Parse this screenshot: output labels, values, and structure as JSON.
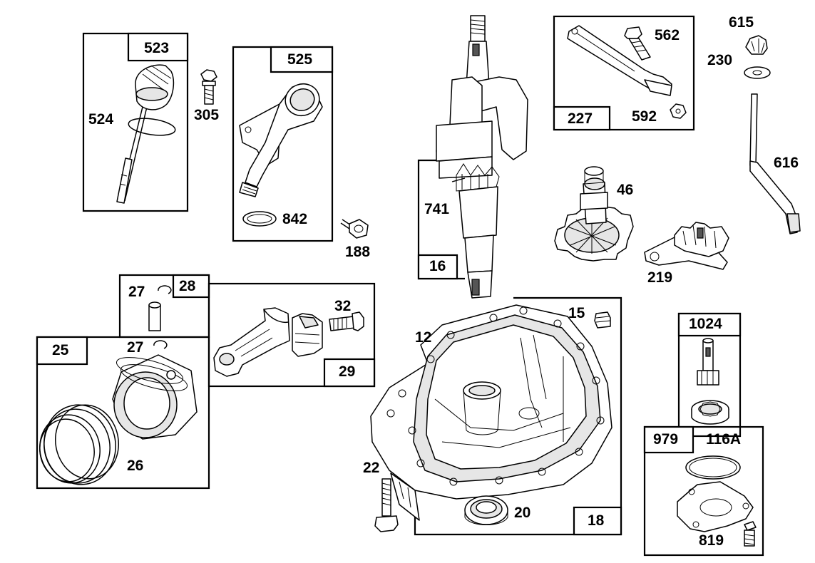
{
  "labels": {
    "p523": "523",
    "p524": "524",
    "p305": "305",
    "p525": "525",
    "p842": "842",
    "p188": "188",
    "p741": "741",
    "p16": "16",
    "p227": "227",
    "p562": "562",
    "p592": "592",
    "p615": "615",
    "p230": "230",
    "p616": "616",
    "p46": "46",
    "p219": "219",
    "p28": "28",
    "p27a": "27",
    "p27b": "27",
    "p25": "25",
    "p26": "26",
    "p32": "32",
    "p29": "29",
    "p12": "12",
    "p15": "15",
    "p22": "22",
    "p20": "20",
    "p18": "18",
    "p1024": "1024",
    "p979": "979",
    "p116a": "116A",
    "p819": "819"
  }
}
